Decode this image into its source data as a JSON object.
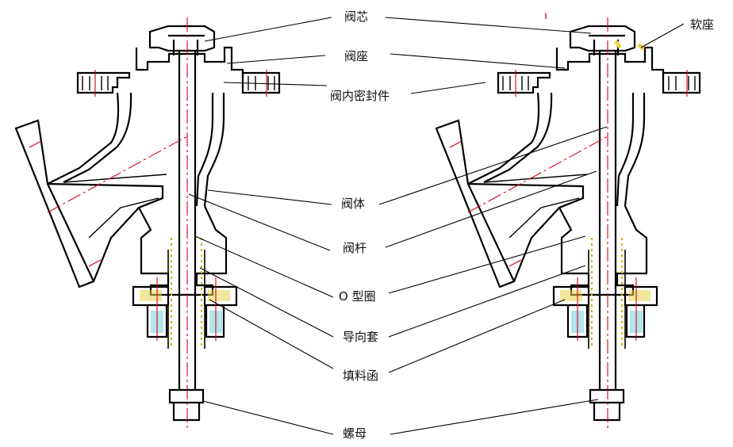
{
  "labels": {
    "core": "阀芯",
    "seat": "阀座",
    "inner_seal": "阀内密封件",
    "body": "阀体",
    "stem": "阀杆",
    "o_ring": "O 型圈",
    "guide_sleeve": "导向套",
    "packing_box": "填料函",
    "nut": "螺母",
    "soft_seat": "软座"
  },
  "colors": {
    "outline": "#000000",
    "centerline": "#d4001a",
    "leader": "#000000",
    "packing": "#e6d44a",
    "bolt_fill": "#7fd3e0"
  }
}
